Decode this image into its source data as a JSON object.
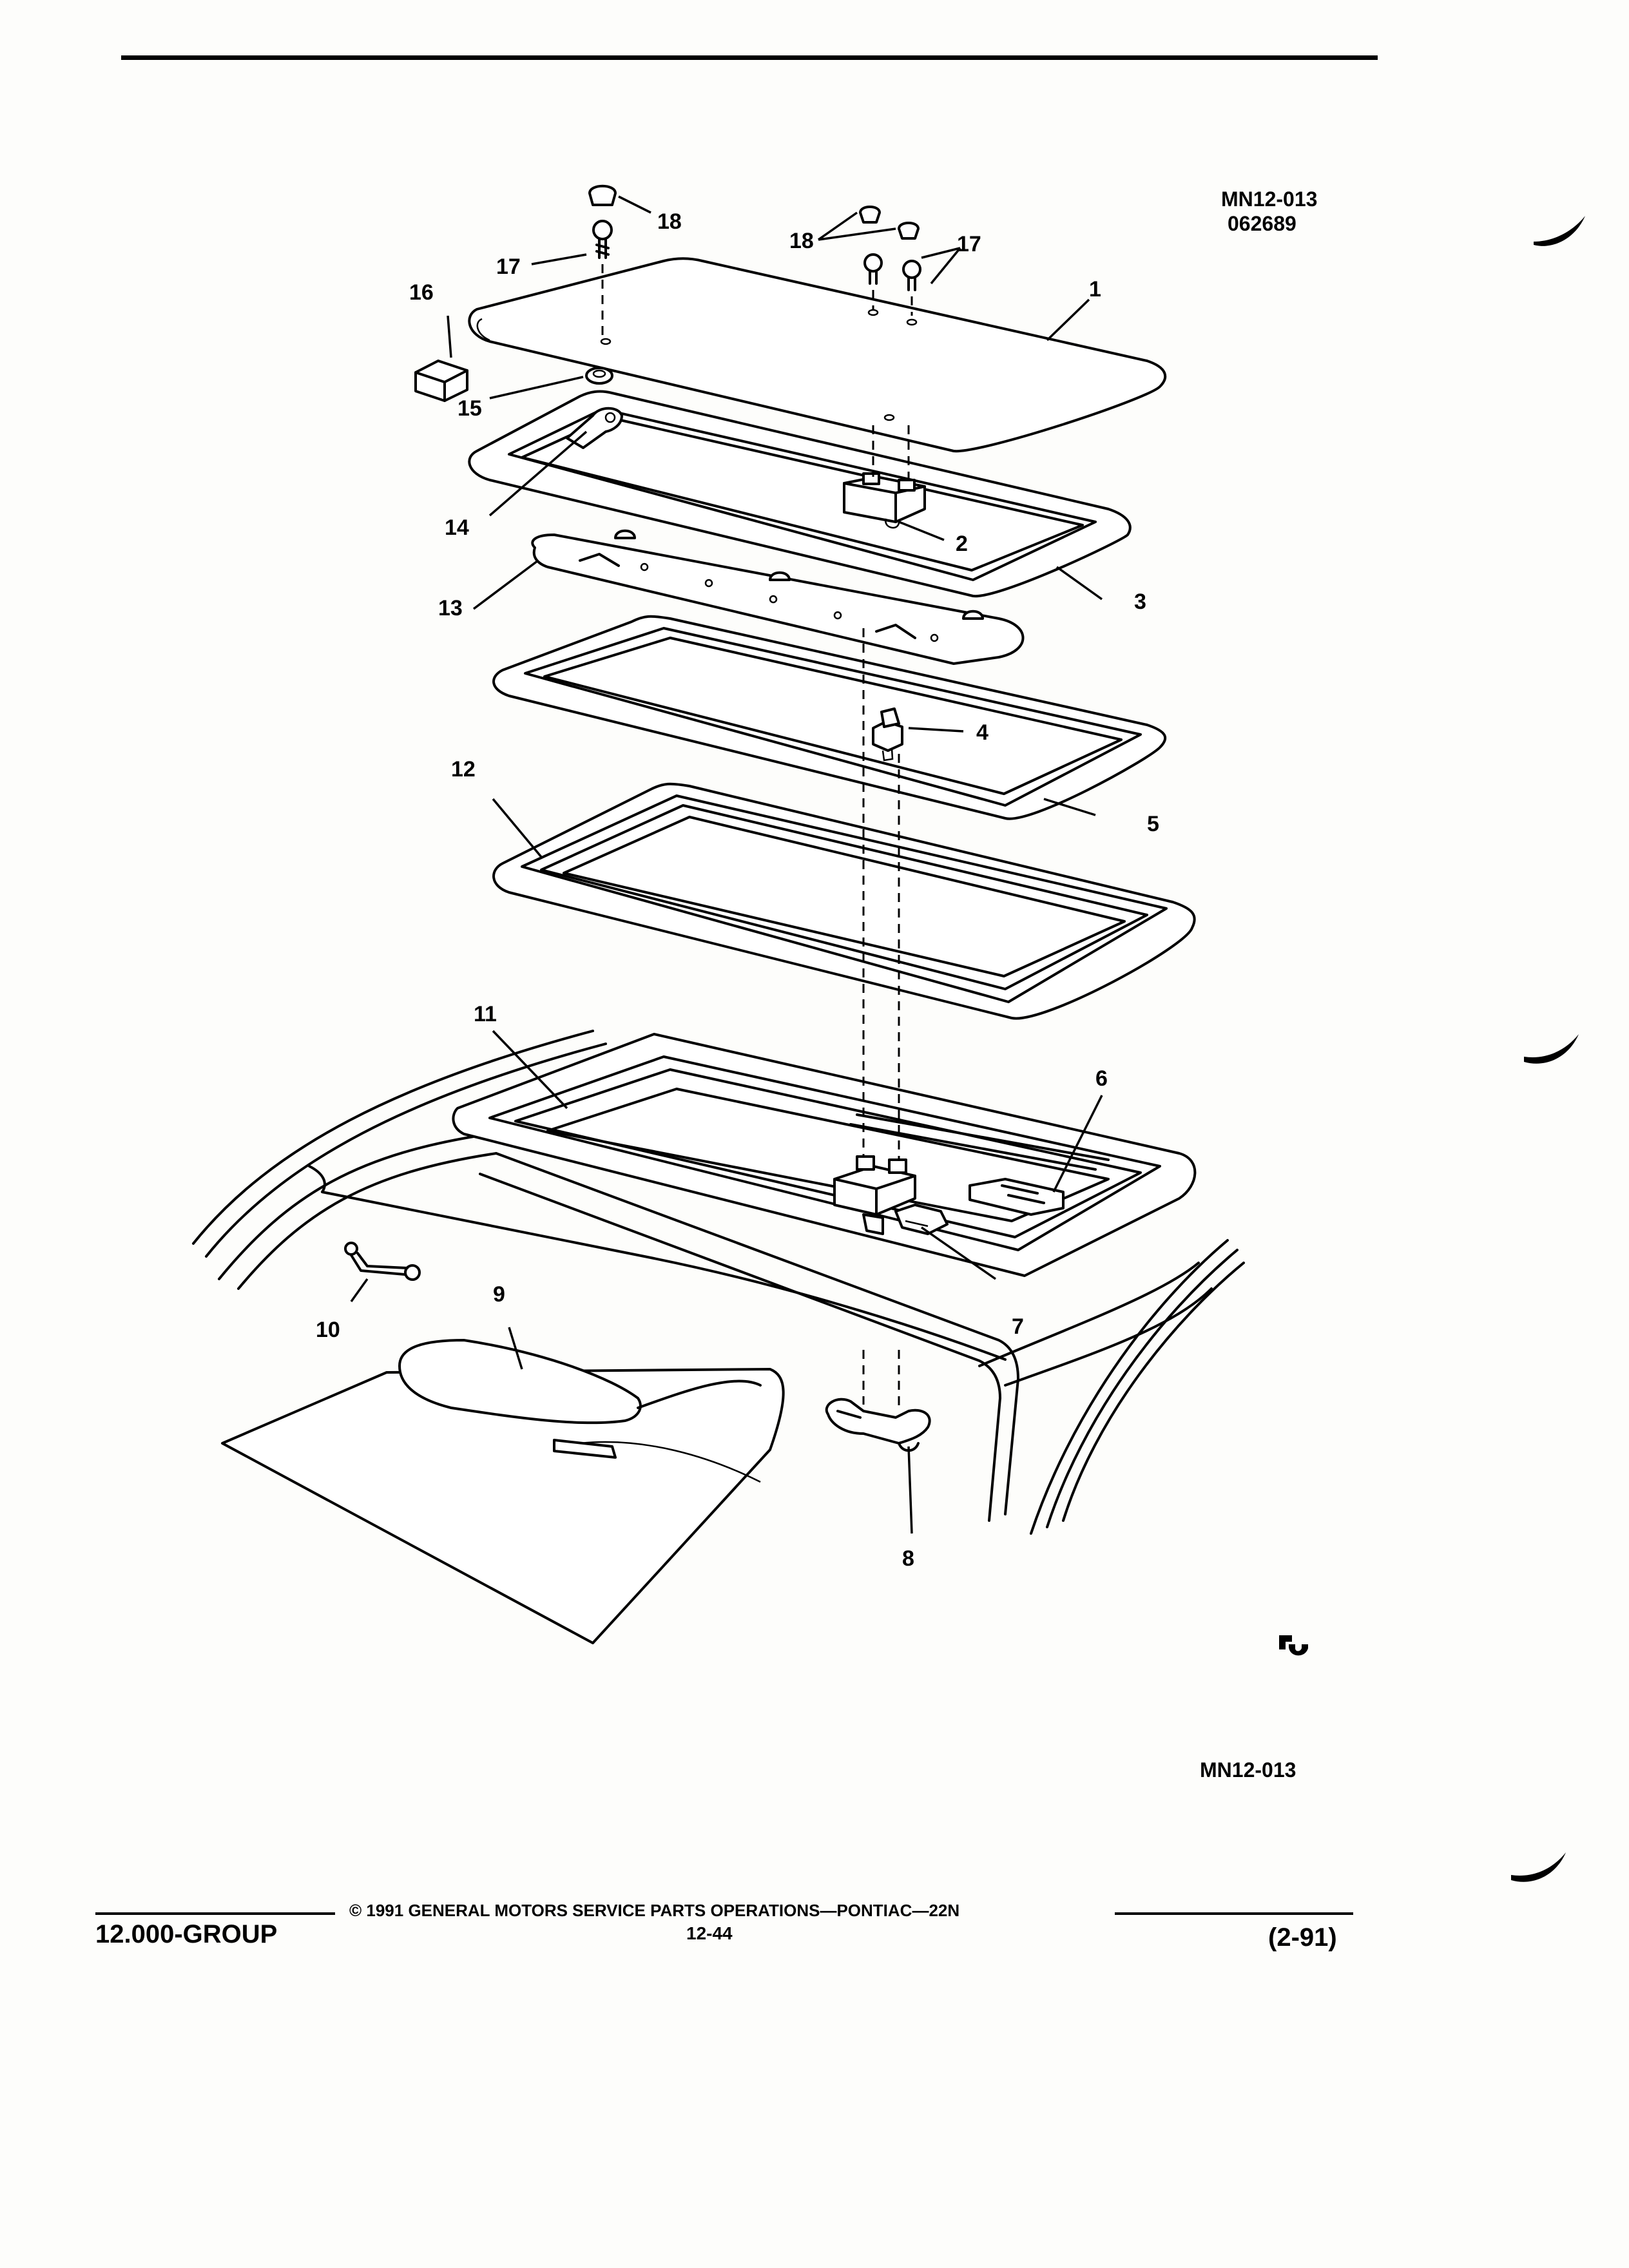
{
  "figure_id": "MN12-013",
  "date_code": "062689",
  "bottom_figure_id": "MN12-013",
  "callouts": [
    "1",
    "2",
    "3",
    "4",
    "5",
    "6",
    "7",
    "8",
    "9",
    "10",
    "11",
    "12",
    "13",
    "14",
    "15",
    "16",
    "17",
    "18"
  ],
  "footer": {
    "group": "12.000-GROUP",
    "copyright": "© 1991 GENERAL MOTORS SERVICE PARTS OPERATIONS—PONTIAC—22N",
    "page_number": "12-44",
    "revision": "(2-91)"
  }
}
